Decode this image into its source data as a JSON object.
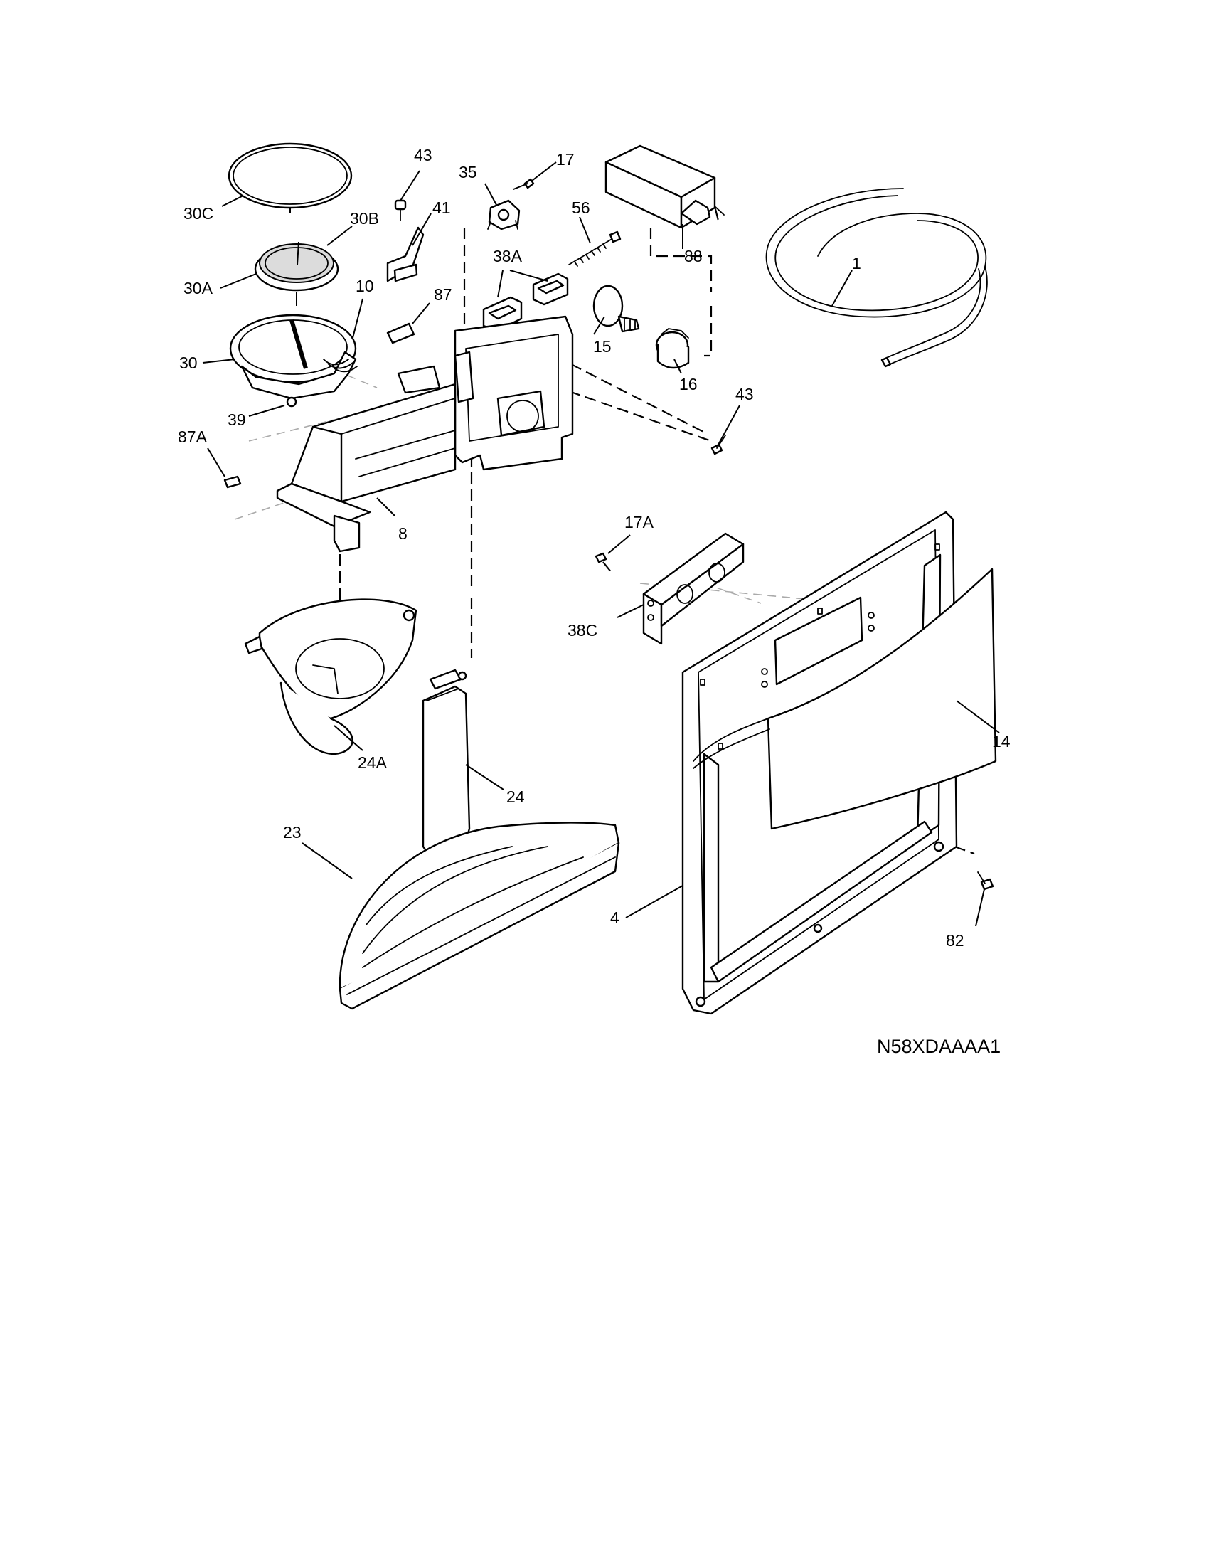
{
  "diagram_code": "N58XDAAAA1",
  "callouts": {
    "c1": "1",
    "c4": "4",
    "c8": "8",
    "c10": "10",
    "c14": "14",
    "c15": "15",
    "c16": "16",
    "c17": "17",
    "c17A": "17A",
    "c23": "23",
    "c24": "24",
    "c24A": "24A",
    "c30": "30",
    "c30A": "30A",
    "c30B": "30B",
    "c30C": "30C",
    "c35": "35",
    "c38A": "38A",
    "c38C": "38C",
    "c39": "39",
    "c41": "41",
    "c43a": "43",
    "c43b": "43",
    "c56": "56",
    "c82": "82",
    "c87": "87",
    "c87A": "87A",
    "c88": "88"
  }
}
